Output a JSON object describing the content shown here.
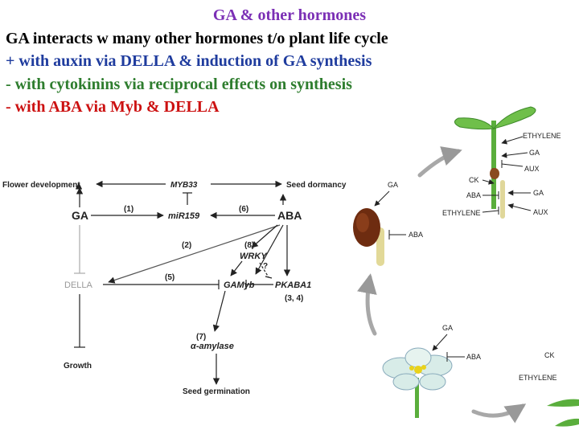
{
  "slide": {
    "title": "GA & other hormones",
    "lines": [
      "GA interacts w many other hormones t/o plant life cycle",
      "+ with auxin via DELLA & induction of GA synthesis",
      "- with cytokinins via reciprocal effects on synthesis",
      "- with ABA via Myb & DELLA"
    ],
    "colors": {
      "title": "#7b2fb5",
      "line1": "#000000",
      "line2": "#1f3c9e",
      "line3": "#2e7d2e",
      "line4": "#cc1111"
    }
  },
  "pathway": {
    "flower_development": "Flower development",
    "myb33": "MYB33",
    "seed_dormancy": "Seed dormancy",
    "ga": "GA",
    "mir159": "miR159",
    "aba": "ABA",
    "step1": "(1)",
    "step2": "(2)",
    "step5": "(5)",
    "step6": "(6)",
    "step7": "(7)",
    "step8": "(8)",
    "step34": "(3, 4)",
    "della": "DELLA",
    "wrky": "WRKY",
    "question": "?",
    "gamyb": "GAMyb",
    "pkaba1": "PKABA1",
    "alpha_amylase": "α-amylase",
    "growth": "Growth",
    "seed_germination": "Seed germination"
  },
  "cycle": {
    "seedling": {
      "ethylene": "ETHYLENE",
      "ga": "GA",
      "aux": "AUX"
    },
    "germinating": {
      "ck": "CK",
      "aba": "ABA",
      "ethylene": "ETHYLENE",
      "ga": "GA",
      "aux": "AUX"
    },
    "seed": {
      "ga": "GA",
      "aba": "ABA"
    },
    "flower": {
      "ga": "GA",
      "aba": "ABA"
    },
    "edge": {
      "ck": "CK",
      "ethylene": "ETHYLENE"
    }
  }
}
